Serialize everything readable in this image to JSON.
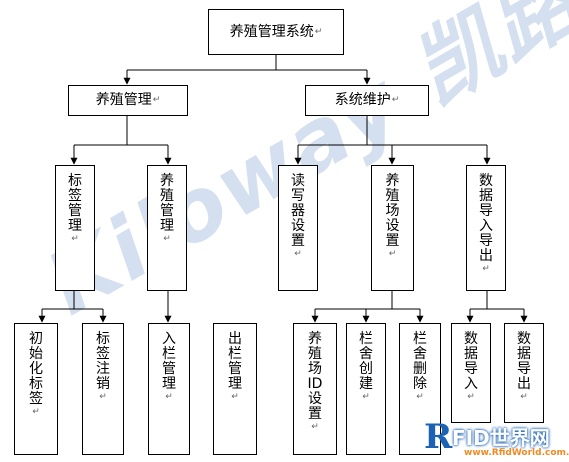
{
  "para_mark": "↵",
  "root": {
    "label": "养殖管理系统"
  },
  "level1": [
    {
      "label": "养殖管理"
    },
    {
      "label": "系统维护"
    }
  ],
  "level2": [
    {
      "label": "标签管理"
    },
    {
      "label": "养殖管理"
    },
    {
      "label": "读写器设置"
    },
    {
      "label": "养殖场设置"
    },
    {
      "label": "数据导入导出"
    }
  ],
  "level3": [
    {
      "label": "初始化标签"
    },
    {
      "label": "标签注销"
    },
    {
      "label": "入栏管理"
    },
    {
      "label": "出栏管理"
    },
    {
      "label": "养殖场 ID 设置"
    },
    {
      "label": "栏舍创建"
    },
    {
      "label": "栏舍删除"
    },
    {
      "label": "数据导入"
    },
    {
      "label": "数据导出"
    }
  ],
  "watermark": {
    "text_latin": "Kiloway",
    "text_cn": "凯路威"
  },
  "logo": {
    "main": "RFID世界网",
    "sub": "www.RfidWorld.com.cn"
  }
}
